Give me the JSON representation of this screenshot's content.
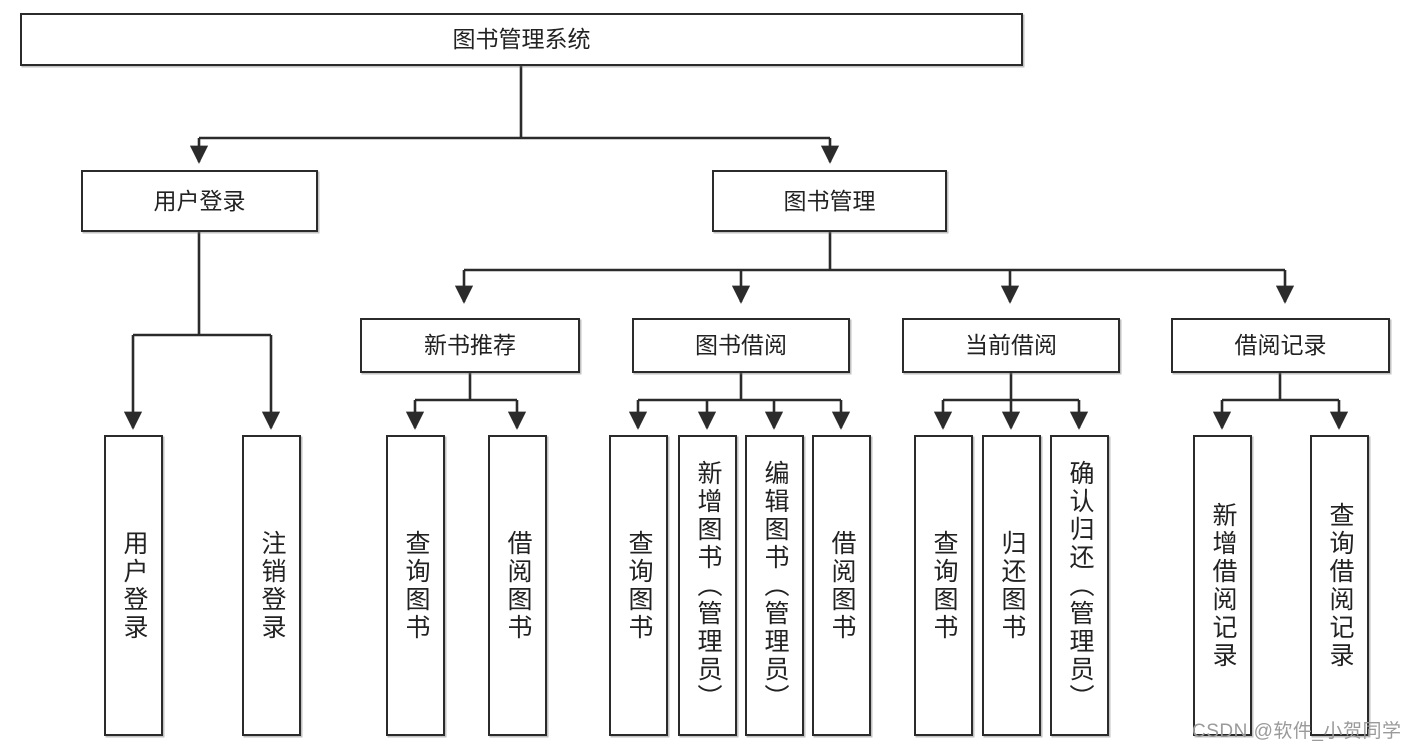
{
  "diagram": {
    "title": "图书管理系统",
    "type": "tree-hierarchy-diagram",
    "root": {
      "label": "图书管理系统"
    },
    "level2": [
      {
        "label": "用户登录"
      },
      {
        "label": "图书管理"
      }
    ],
    "level3": [
      {
        "label": "新书推荐"
      },
      {
        "label": "图书借阅"
      },
      {
        "label": "当前借阅"
      },
      {
        "label": "借阅记录"
      }
    ],
    "leaves": {
      "user_login": [
        {
          "label": "用户登录"
        },
        {
          "label": "注销登录"
        }
      ],
      "new_book_recommend": [
        {
          "label": "查询图书"
        },
        {
          "label": "借阅图书"
        }
      ],
      "book_borrow": [
        {
          "label": "查询图书"
        },
        {
          "label": "新增图书（管理员）"
        },
        {
          "label": "编辑图书（管理员）"
        },
        {
          "label": "借阅图书"
        }
      ],
      "current_borrow": [
        {
          "label": "查询图书"
        },
        {
          "label": "归还图书"
        },
        {
          "label": "确认归还（管理员）"
        }
      ],
      "borrow_record": [
        {
          "label": "新增借阅记录"
        },
        {
          "label": "查询借阅记录"
        }
      ]
    }
  },
  "watermark": {
    "text": "CSDN @软件_小贺同学"
  },
  "colors": {
    "border": "#2b2b2b",
    "text": "#222222",
    "background": "#ffffff",
    "watermark": "#9a9a9a"
  }
}
